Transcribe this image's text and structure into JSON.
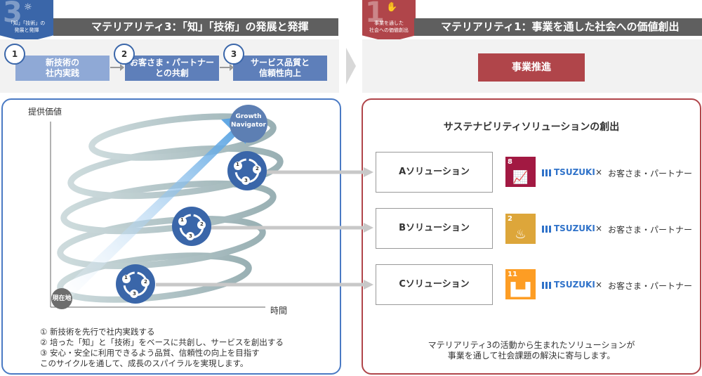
{
  "left_header": {
    "badge_number": "3",
    "badge_text_line1": "「知」「技術」の",
    "badge_text_line2": "発展と発揮",
    "title": "マテリアリティ3：「知」「技術」の発展と発揮"
  },
  "right_header": {
    "badge_number": "1",
    "badge_text_line1": "事業を通した",
    "badge_text_line2": "社会への価値創出",
    "title": "マテリアリティ1：事業を通した社会への価値創出"
  },
  "steps": [
    {
      "number": "1",
      "label": "新技術の\n社内実践"
    },
    {
      "number": "2",
      "label": "お客さま・パートナー\nとの共創"
    },
    {
      "number": "3",
      "label": "サービス品質と\n信頼性向上"
    }
  ],
  "business_button": "事業推進",
  "diagram": {
    "y_axis_label": "提供価値",
    "x_axis_label": "時間",
    "start_label": "現在地",
    "goal_label_line1": "Growth",
    "goal_label_line2": "Navigator",
    "cycle_numbers": [
      "1",
      "2",
      "3"
    ]
  },
  "descriptions": [
    "① 新技術を先行で社内実践する",
    "② 培った「知」と「技術」をベースに共創し、サービスを創出する",
    "③ 安心・安全に利用できるよう品質、信頼性の向上を目指す",
    "このサイクルを通して、成長のスパイラルを実現します。"
  ],
  "solutions_title": "サステナビリティソリューションの創出",
  "solutions": [
    {
      "name": "Aソリューション",
      "sdg_number": "8",
      "sdg_color": "#a21942"
    },
    {
      "name": "Bソリューション",
      "sdg_number": "2",
      "sdg_color": "#dda63a"
    },
    {
      "name": "Cソリューション",
      "sdg_number": "11",
      "sdg_color": "#fd9d24"
    }
  ],
  "brand": "TSUZUKI",
  "times_sign": "×",
  "partner_text": "お客さま・パートナー",
  "right_footer": [
    "マテリアリティ3の活動から生まれたソリューションが",
    "事業を通して社会課題の解決に寄与します。"
  ],
  "colors": {
    "blue": "#3a66a9",
    "step_blue": "#5e7fba",
    "red": "#b0454a",
    "header_gray": "#5f5f5f"
  }
}
